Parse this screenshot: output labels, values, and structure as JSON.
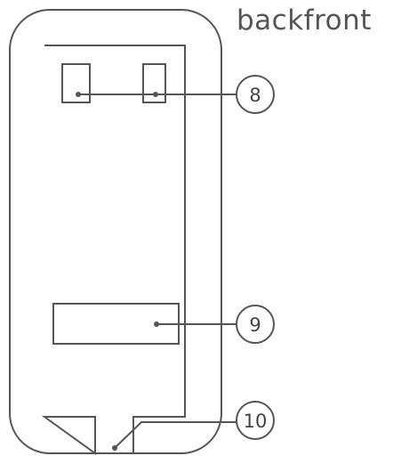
{
  "heading": "backfront",
  "callouts": [
    {
      "number": "8"
    },
    {
      "number": "9"
    },
    {
      "number": "10"
    }
  ],
  "colors": {
    "line": "#555555",
    "text": "#444444",
    "background": "#ffffff"
  }
}
